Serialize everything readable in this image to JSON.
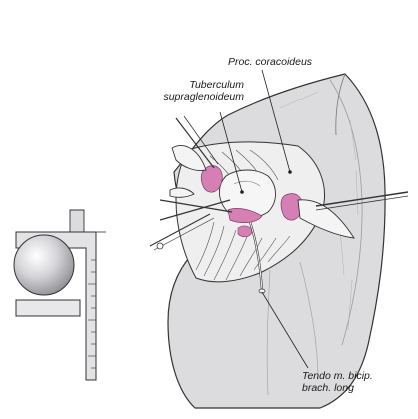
{
  "labels": {
    "proc_coracoideus": "Proc. coracoideus",
    "tuberculum_line1": "Tuberculum",
    "tuberculum_line2": "supraglenoideum",
    "tendo_line1": "Tendo m. bicip.",
    "tendo_line2": "brach. long"
  },
  "colors": {
    "skin": "#d9d9dc",
    "skin_shadow": "#b9b9be",
    "outline": "#333333",
    "tissue_pink": "#d57fb5",
    "background": "#ffffff"
  }
}
